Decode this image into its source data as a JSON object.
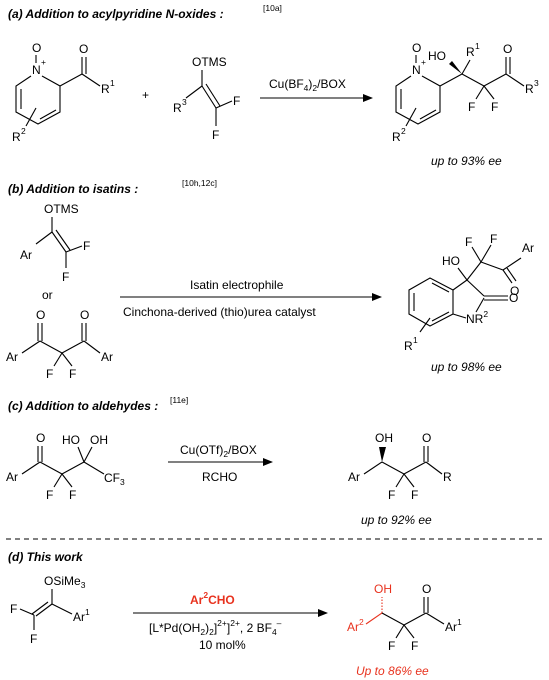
{
  "panel_a": {
    "title": "(a) Addition to acylpyridine N-oxides :",
    "ref": "[10a]",
    "arrow_reagent_main": "Cu(BF",
    "arrow_reagent_sub1": "4",
    "arrow_reagent_mid": ")",
    "arrow_reagent_sub2": "2",
    "arrow_reagent_end": "/BOX",
    "plus": "+",
    "ee": "up to 93% ee"
  },
  "panel_b": {
    "title": "(b) Addition to isatins :",
    "ref": "[10h,12c]",
    "or": "or",
    "reagent_top": "Isatin electrophile",
    "reagent_bottom": "Cinchona-derived (thio)urea catalyst",
    "ee": "up to 98% ee"
  },
  "panel_c": {
    "title": "(c) Addition to aldehydes :",
    "ref": "[11e]",
    "reagent_top_main": "Cu(OTf)",
    "reagent_top_sub": "2",
    "reagent_top_end": "/BOX",
    "reagent_bottom": "RCHO",
    "ee": "up to 92% ee"
  },
  "panel_d": {
    "title": "(d) This work",
    "reagent_top": "Ar",
    "reagent_top_sup": "2",
    "reagent_top_end": "CHO",
    "catalyst": "[L*Pd(OH",
    "catalyst_sub1": "2",
    "catalyst_mid": ")",
    "catalyst_sub2": "2",
    "catalyst_mid2": "]",
    "catalyst_sup1": "2+",
    "catalyst_mid3": "]",
    "catalyst_sup2": "2+",
    "catalyst_end": ", 2 BF",
    "catalyst_sub3": "4",
    "catalyst_sup3": "–",
    "loading": "10 mol%",
    "ee": "Up to 86% ee"
  },
  "atoms": {
    "O": "O",
    "N": "N",
    "F": "F",
    "OH": "OH",
    "HO": "HO",
    "OTMS": "OTMS",
    "OSiMe": "OSiMe",
    "OSiMe_sub": "3",
    "Ar": "Ar",
    "R": "R",
    "CF": "CF",
    "CF_sub": "3",
    "NR": "NR",
    "sup1": "1",
    "sup2": "2",
    "sup3": "3"
  },
  "colors": {
    "highlight": "#e8321e",
    "ink": "#000000"
  }
}
